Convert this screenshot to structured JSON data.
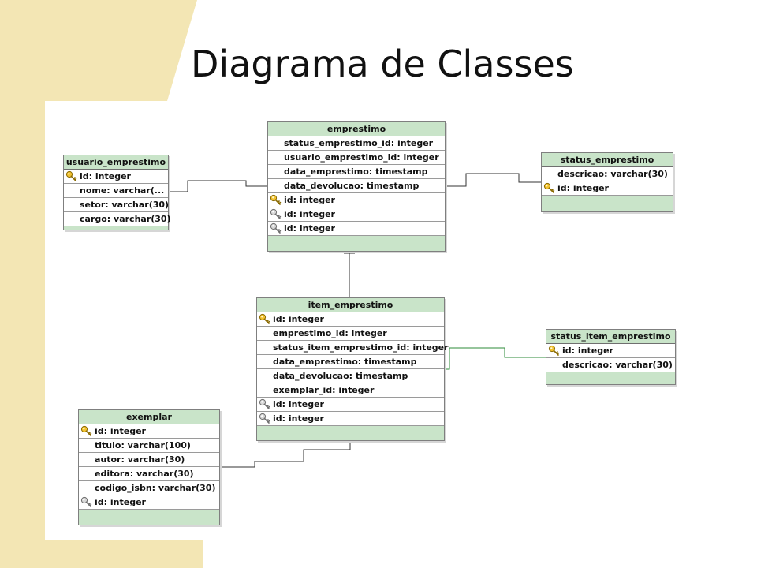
{
  "slide": {
    "title": "Diagrama de Classes"
  },
  "colors": {
    "header": "#c9e4c9",
    "stripe": "#f3e6b4",
    "connector": "#333333",
    "connector_green": "#2e8b3a"
  },
  "entities": {
    "emprestimo": {
      "name": "emprestimo",
      "fields": [
        {
          "text": "status_emprestimo_id: integer",
          "icon": ""
        },
        {
          "text": "usuario_emprestimo_id: integer",
          "icon": ""
        },
        {
          "text": "data_emprestimo: timestamp",
          "icon": ""
        },
        {
          "text": "data_devolucao: timestamp",
          "icon": ""
        },
        {
          "text": "id: integer",
          "icon": "primary-key-icon"
        },
        {
          "text": "id: integer",
          "icon": "foreign-key-icon"
        },
        {
          "text": "id: integer",
          "icon": "foreign-key-icon"
        }
      ]
    },
    "usuario_emprestimo": {
      "name": "usuario_emprestimo",
      "fields": [
        {
          "text": "id: integer",
          "icon": "primary-key-icon"
        },
        {
          "text": "nome: varchar(...",
          "icon": ""
        },
        {
          "text": "setor: varchar(30)",
          "icon": ""
        },
        {
          "text": "cargo: varchar(30)",
          "icon": ""
        }
      ]
    },
    "status_emprestimo": {
      "name": "status_emprestimo",
      "fields": [
        {
          "text": "descricao: varchar(30)",
          "icon": ""
        },
        {
          "text": "id: integer",
          "icon": "primary-key-icon"
        }
      ]
    },
    "item_emprestimo": {
      "name": "item_emprestimo",
      "fields": [
        {
          "text": "id: integer",
          "icon": "primary-key-icon"
        },
        {
          "text": "emprestimo_id: integer",
          "icon": ""
        },
        {
          "text": "status_item_emprestimo_id: integer",
          "icon": ""
        },
        {
          "text": "data_emprestimo: timestamp",
          "icon": ""
        },
        {
          "text": "data_devolucao: timestamp",
          "icon": ""
        },
        {
          "text": "exemplar_id: integer",
          "icon": ""
        },
        {
          "text": "id: integer",
          "icon": "foreign-key-icon"
        },
        {
          "text": "id: integer",
          "icon": "foreign-key-icon"
        }
      ]
    },
    "status_item_emprestimo": {
      "name": "status_item_emprestimo",
      "fields": [
        {
          "text": "id: integer",
          "icon": "primary-key-icon"
        },
        {
          "text": "descricao: varchar(30)",
          "icon": ""
        }
      ]
    },
    "exemplar": {
      "name": "exemplar",
      "fields": [
        {
          "text": "id: integer",
          "icon": "primary-key-icon"
        },
        {
          "text": "titulo: varchar(100)",
          "icon": ""
        },
        {
          "text": "autor: varchar(30)",
          "icon": ""
        },
        {
          "text": "editora: varchar(30)",
          "icon": ""
        },
        {
          "text": "codigo_isbn: varchar(30)",
          "icon": ""
        },
        {
          "text": "id: integer",
          "icon": "foreign-key-icon"
        }
      ]
    }
  }
}
